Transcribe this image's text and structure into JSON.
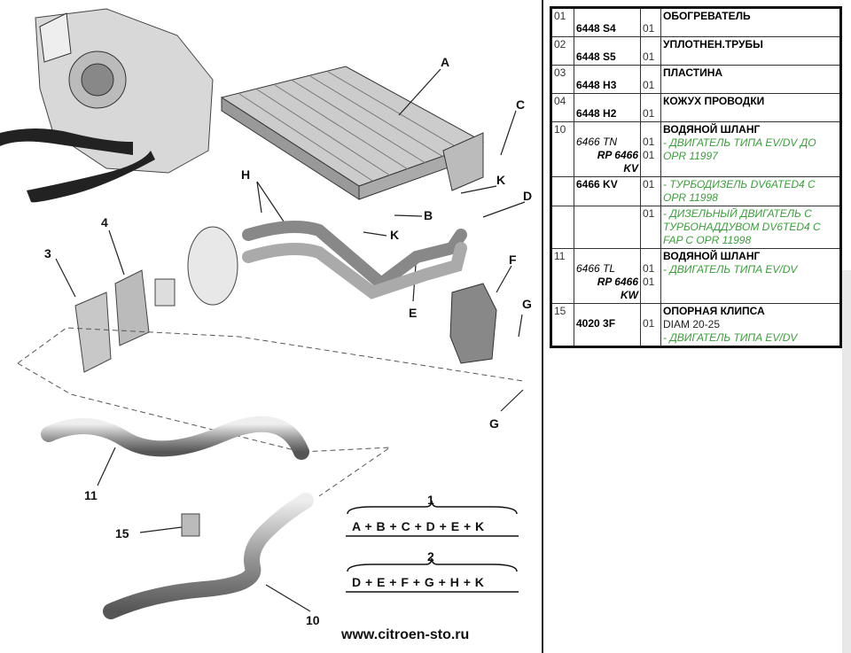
{
  "diagram": {
    "labels": {
      "A": "A",
      "B": "B",
      "C": "C",
      "D": "D",
      "E": "E",
      "F": "F",
      "G1": "G",
      "G2": "G",
      "H": "H",
      "K1": "K",
      "K2": "K",
      "n3": "3",
      "n4": "4",
      "n11": "11",
      "n15": "15",
      "n10": "10",
      "set1": "1",
      "set2": "2"
    },
    "formula1": "A + B + C + D + E + K",
    "formula2": "D + E + F + G + H + K",
    "url": "www.citroen-sto.ru"
  },
  "parts": [
    {
      "idx": "01",
      "codes": [
        {
          "text": "6448 S4",
          "style": "main"
        }
      ],
      "qty": [
        "01"
      ],
      "title": "ОБОГРЕВАТЕЛЬ",
      "notes": []
    },
    {
      "idx": "02",
      "codes": [
        {
          "text": "6448 S5",
          "style": "main"
        }
      ],
      "qty": [
        "01"
      ],
      "title": "УПЛОТНЕН.ТРУБЫ",
      "notes": []
    },
    {
      "idx": "03",
      "codes": [
        {
          "text": "6448 H3",
          "style": "main"
        }
      ],
      "qty": [
        "01"
      ],
      "title": "ПЛАСТИНА",
      "notes": []
    },
    {
      "idx": "04",
      "codes": [
        {
          "text": "6448 H2",
          "style": "main"
        }
      ],
      "qty": [
        "01"
      ],
      "title": "КОЖУХ ПРОВОДКИ",
      "notes": []
    },
    {
      "idx": "10",
      "codes": [
        {
          "text": "6466 TN",
          "style": "alt"
        },
        {
          "text": "RP 6466",
          "style": "alt2"
        },
        {
          "text": "KV",
          "style": "alt2"
        }
      ],
      "qty": [
        "01",
        "01"
      ],
      "title": "ВОДЯНОЙ ШЛАНГ",
      "notes": [
        {
          "text": "- ДВИГАТЕЛЬ ТИПА EV/DV ДО OPR 11997",
          "green": true
        }
      ]
    },
    {
      "idx": "",
      "codes": [
        {
          "text": "6466 KV",
          "style": "bold"
        }
      ],
      "qty": [
        "01"
      ],
      "title": "",
      "notes": [
        {
          "text": "- ТУРБОДИЗЕЛЬ DV6ATED4 С OPR 11998",
          "green": true
        }
      ]
    },
    {
      "idx": "",
      "codes": [],
      "qty": [
        "01"
      ],
      "title": "",
      "notes": [
        {
          "text": "- ДИЗЕЛЬНЫЙ ДВИГАТЕЛЬ С ТУРБОНАДДУВОМ DV6TED4 С FAP С OPR 11998",
          "green": true
        }
      ]
    },
    {
      "idx": "11",
      "codes": [
        {
          "text": "6466 TL",
          "style": "alt"
        },
        {
          "text": "RP 6466",
          "style": "alt2"
        },
        {
          "text": "KW",
          "style": "alt2"
        }
      ],
      "qty": [
        "01",
        "01"
      ],
      "title": "ВОДЯНОЙ ШЛАНГ",
      "notes": [
        {
          "text": "- ДВИГАТЕЛЬ ТИПА EV/DV",
          "green": true
        }
      ]
    },
    {
      "idx": "15",
      "codes": [
        {
          "text": "4020 3F",
          "style": "main"
        }
      ],
      "qty": [
        "01"
      ],
      "title": "ОПОРНАЯ КЛИПСА",
      "notes": [
        {
          "text": "DIAM 20-25",
          "green": false
        },
        {
          "text": "- ДВИГАТЕЛЬ ТИПА EV/DV",
          "green": true
        }
      ]
    }
  ]
}
